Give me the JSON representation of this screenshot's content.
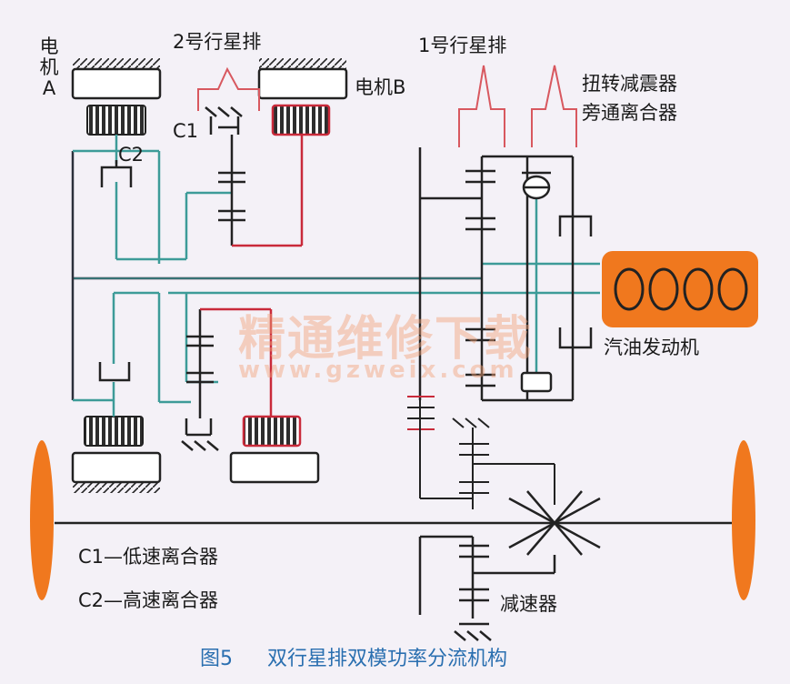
{
  "labels": {
    "motor_a": "电机A",
    "motor_a_line1": "电机",
    "motor_a_line2": "A",
    "planetary_2": "2号行星排",
    "motor_b": "电机B",
    "c1": "C1",
    "c2": "C2",
    "planetary_1": "1号行星排",
    "damper_line1": "扭转减震器",
    "damper_line2": "旁通离合器",
    "engine": "汽油发动机",
    "reducer": "减速器",
    "legend_c1": "C1—低速离合器",
    "legend_c2": "C2—高速离合器"
  },
  "caption": {
    "figure": "图5",
    "title": "双行星排双模功率分流机构"
  },
  "watermark": {
    "cn": "精通维修下载",
    "url": "www.gzweix.com"
  },
  "colors": {
    "shaft_teal": "#3d9b98",
    "shaft_dark": "#2b2f3a",
    "ring_red": "#c92a3a",
    "bracket_red": "#d8585f",
    "wheel_orange": "#f0781e",
    "caption_blue": "#2a6fb0",
    "watermark_orange": "#f2a27a"
  }
}
